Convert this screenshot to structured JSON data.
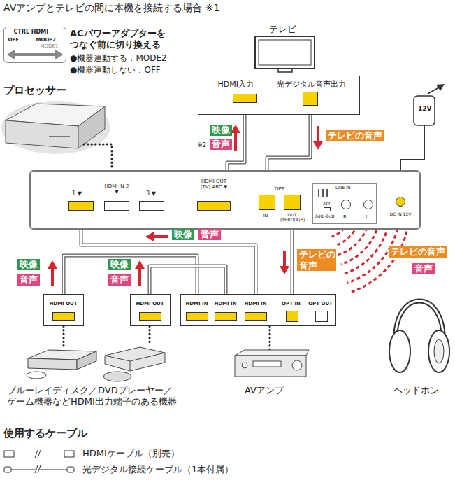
{
  "diagram": {
    "title": "AVアンプとテレビの間に本機を接続する場合 ※1",
    "nodes": [
      {
        "text": [
          "CTRL HDMI",
          "OFF",
          "MODE2",
          "MODE1"
        ]
      },
      {
        "text": [
          "HDMI入力",
          "光デジタル音声出力"
        ]
      },
      {
        "text": [
          "1 ▼",
          "HDMI IN 2 ▼",
          "3 ▼",
          "HDMI OUT (TV) ARC ▼",
          "OPT",
          "IN",
          "OUT (THROUGH)",
          "DC IN 12V"
        ]
      },
      {
        "text": [
          "LINE IN",
          "ATT",
          "0dB -8dB",
          "R",
          "L"
        ],
        "in": 2
      },
      {
        "text": [
          "HDMI OUT"
        ]
      },
      {
        "text": [
          "HDMI OUT"
        ]
      },
      {
        "text": [
          "HDMI IN",
          "HDMI IN",
          "HDMI IN",
          "OPT IN",
          "OPT OUT"
        ]
      }
    ],
    "edges": [
      {
        "from": 2,
        "to": 1,
        "arrow": "none"
      },
      {
        "from": 1,
        "to": 2,
        "arrow": "none"
      },
      {
        "from": 2,
        "to": 6,
        "arrow": "none"
      },
      {
        "from": 2,
        "to": 6,
        "arrow": "none"
      },
      {
        "from": 4,
        "to": 6,
        "arrow": "none"
      },
      {
        "from": 5,
        "to": 6,
        "arrow": "none"
      }
    ],
    "labels": [
      "ACパワーアダプターを つなぐ前に切り換える",
      "●機器連動する：MODE2",
      "●機器連動しない：OFF",
      "プロセッサー",
      "テレビ",
      "※2",
      "映像",
      "音声",
      "テレビの音声",
      "12V",
      "映像",
      "音声",
      "映像",
      "音声",
      "映像",
      "音声",
      "テレビの 音声",
      "テレビの音声",
      "音声",
      "ブルーレイディスク／DVDプレーヤー／ ゲーム機器などHDMI出力端子のある機器",
      "AVアンプ",
      "ヘッドホン",
      "使用するケーブル"
    ],
    "legend": [
      {
        "text": "HDMIケーブル（別売）"
      },
      {
        "text": "光デジタル接続ケーブル（1本付属）"
      }
    ]
  }
}
